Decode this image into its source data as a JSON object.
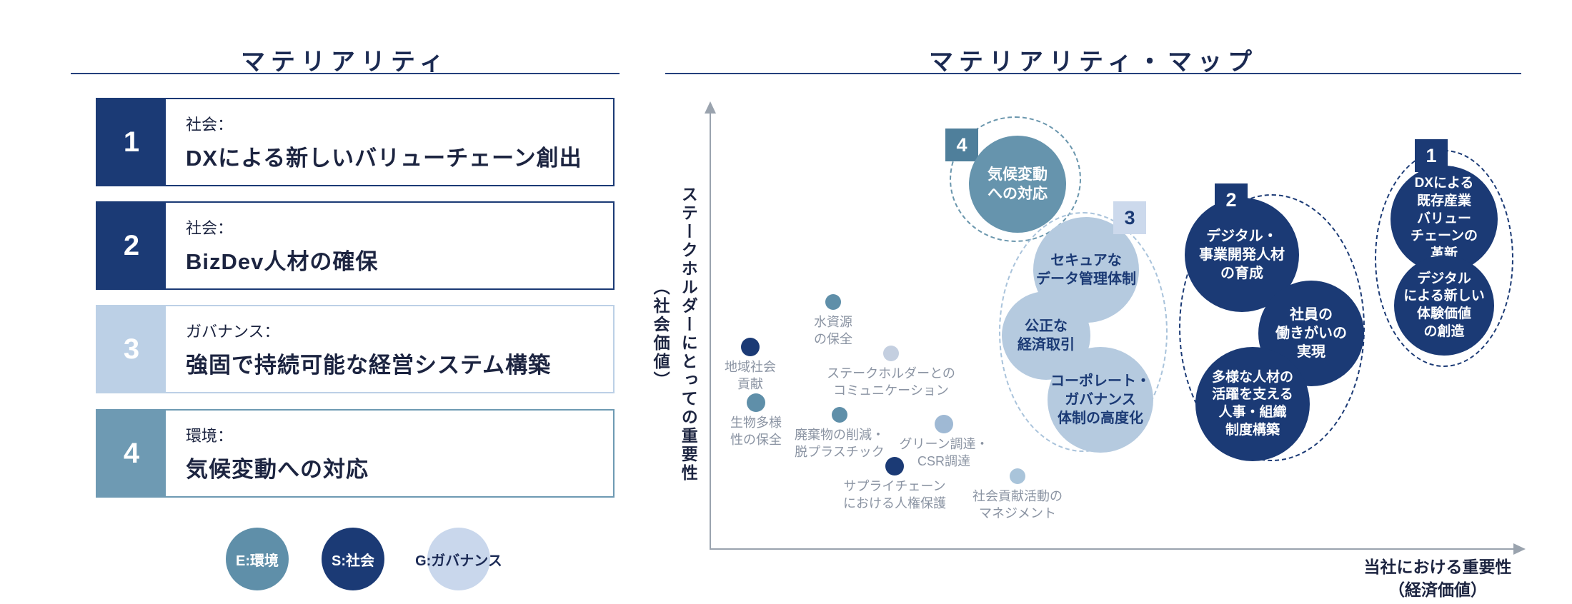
{
  "left_panel": {
    "title": "マテリアリティ",
    "items": [
      {
        "num": "1",
        "category": "社会：",
        "title": "DXによる新しいバリューチェーン創出"
      },
      {
        "num": "2",
        "category": "社会：",
        "title": "BizDev人材の確保"
      },
      {
        "num": "3",
        "category": "ガバナンス：",
        "title": "強固で持続可能な経営システム構築"
      },
      {
        "num": "4",
        "category": "環境：",
        "title": "気候変動への対応"
      }
    ],
    "legend": [
      {
        "label": "E:環境",
        "color": "#5f8fa9"
      },
      {
        "label": "S:社会",
        "color": "#1b3a75"
      },
      {
        "label": "G:ガバナンス",
        "color": "#c9d7ec"
      }
    ]
  },
  "map": {
    "title": "マテリアリティ・マップ",
    "y_axis_label": "ステークホルダーにとっての重要性\n（社会価値）",
    "x_axis_label": "当社における重要性\n（経済価値）",
    "group1": {
      "badge": "1",
      "bubble1": "DXによる\n既存産業\nバリュー\nチェーンの\n革新",
      "bubble2": "デジタル\nによる新しい\n体験価値\nの創造"
    },
    "group2": {
      "badge": "2",
      "bubble1": "デジタル・\n事業開発人材\nの育成",
      "bubble2": "社員の\n働きがいの\n実現",
      "bubble3": "多様な人材の\n活躍を支える\n人事・組織\n制度構築"
    },
    "group3": {
      "badge": "3",
      "bubble1": "セキュアな\nデータ管理体制",
      "bubble2": "公正な\n経済取引",
      "bubble3": "コーポレート・\nガバナンス\n体制の高度化"
    },
    "group4": {
      "badge": "4",
      "bubble1": "気候変動\nへの対応"
    },
    "dots": [
      {
        "label": "水資源\nの保全",
        "color": "#5f8fa9"
      },
      {
        "label": "地域社会\n貢献",
        "color": "#1b3a75"
      },
      {
        "label": "ステークホルダーとの\nコミュニケーション",
        "color": "#c4cfe0"
      },
      {
        "label": "生物多様\n性の保全",
        "color": "#5f8fa9"
      },
      {
        "label": "廃棄物の削減・\n脱プラスチック",
        "color": "#5f8fa9"
      },
      {
        "label": "グリーン調達・\nCSR調達",
        "color": "#9fb9d4"
      },
      {
        "label": "サプライチェーン\nにおける人権保護",
        "color": "#1b3a75"
      },
      {
        "label": "社会貢献活動の\nマネジメント",
        "color": "#a9c4da"
      }
    ]
  },
  "colors": {
    "navy": "#1b3a75",
    "teal": "#6694ad",
    "teal_dark": "#4f7f9b",
    "light_blue": "#b5cadf",
    "pale_blue": "#ccd9ec",
    "axis_gray": "#9aa3ae"
  }
}
